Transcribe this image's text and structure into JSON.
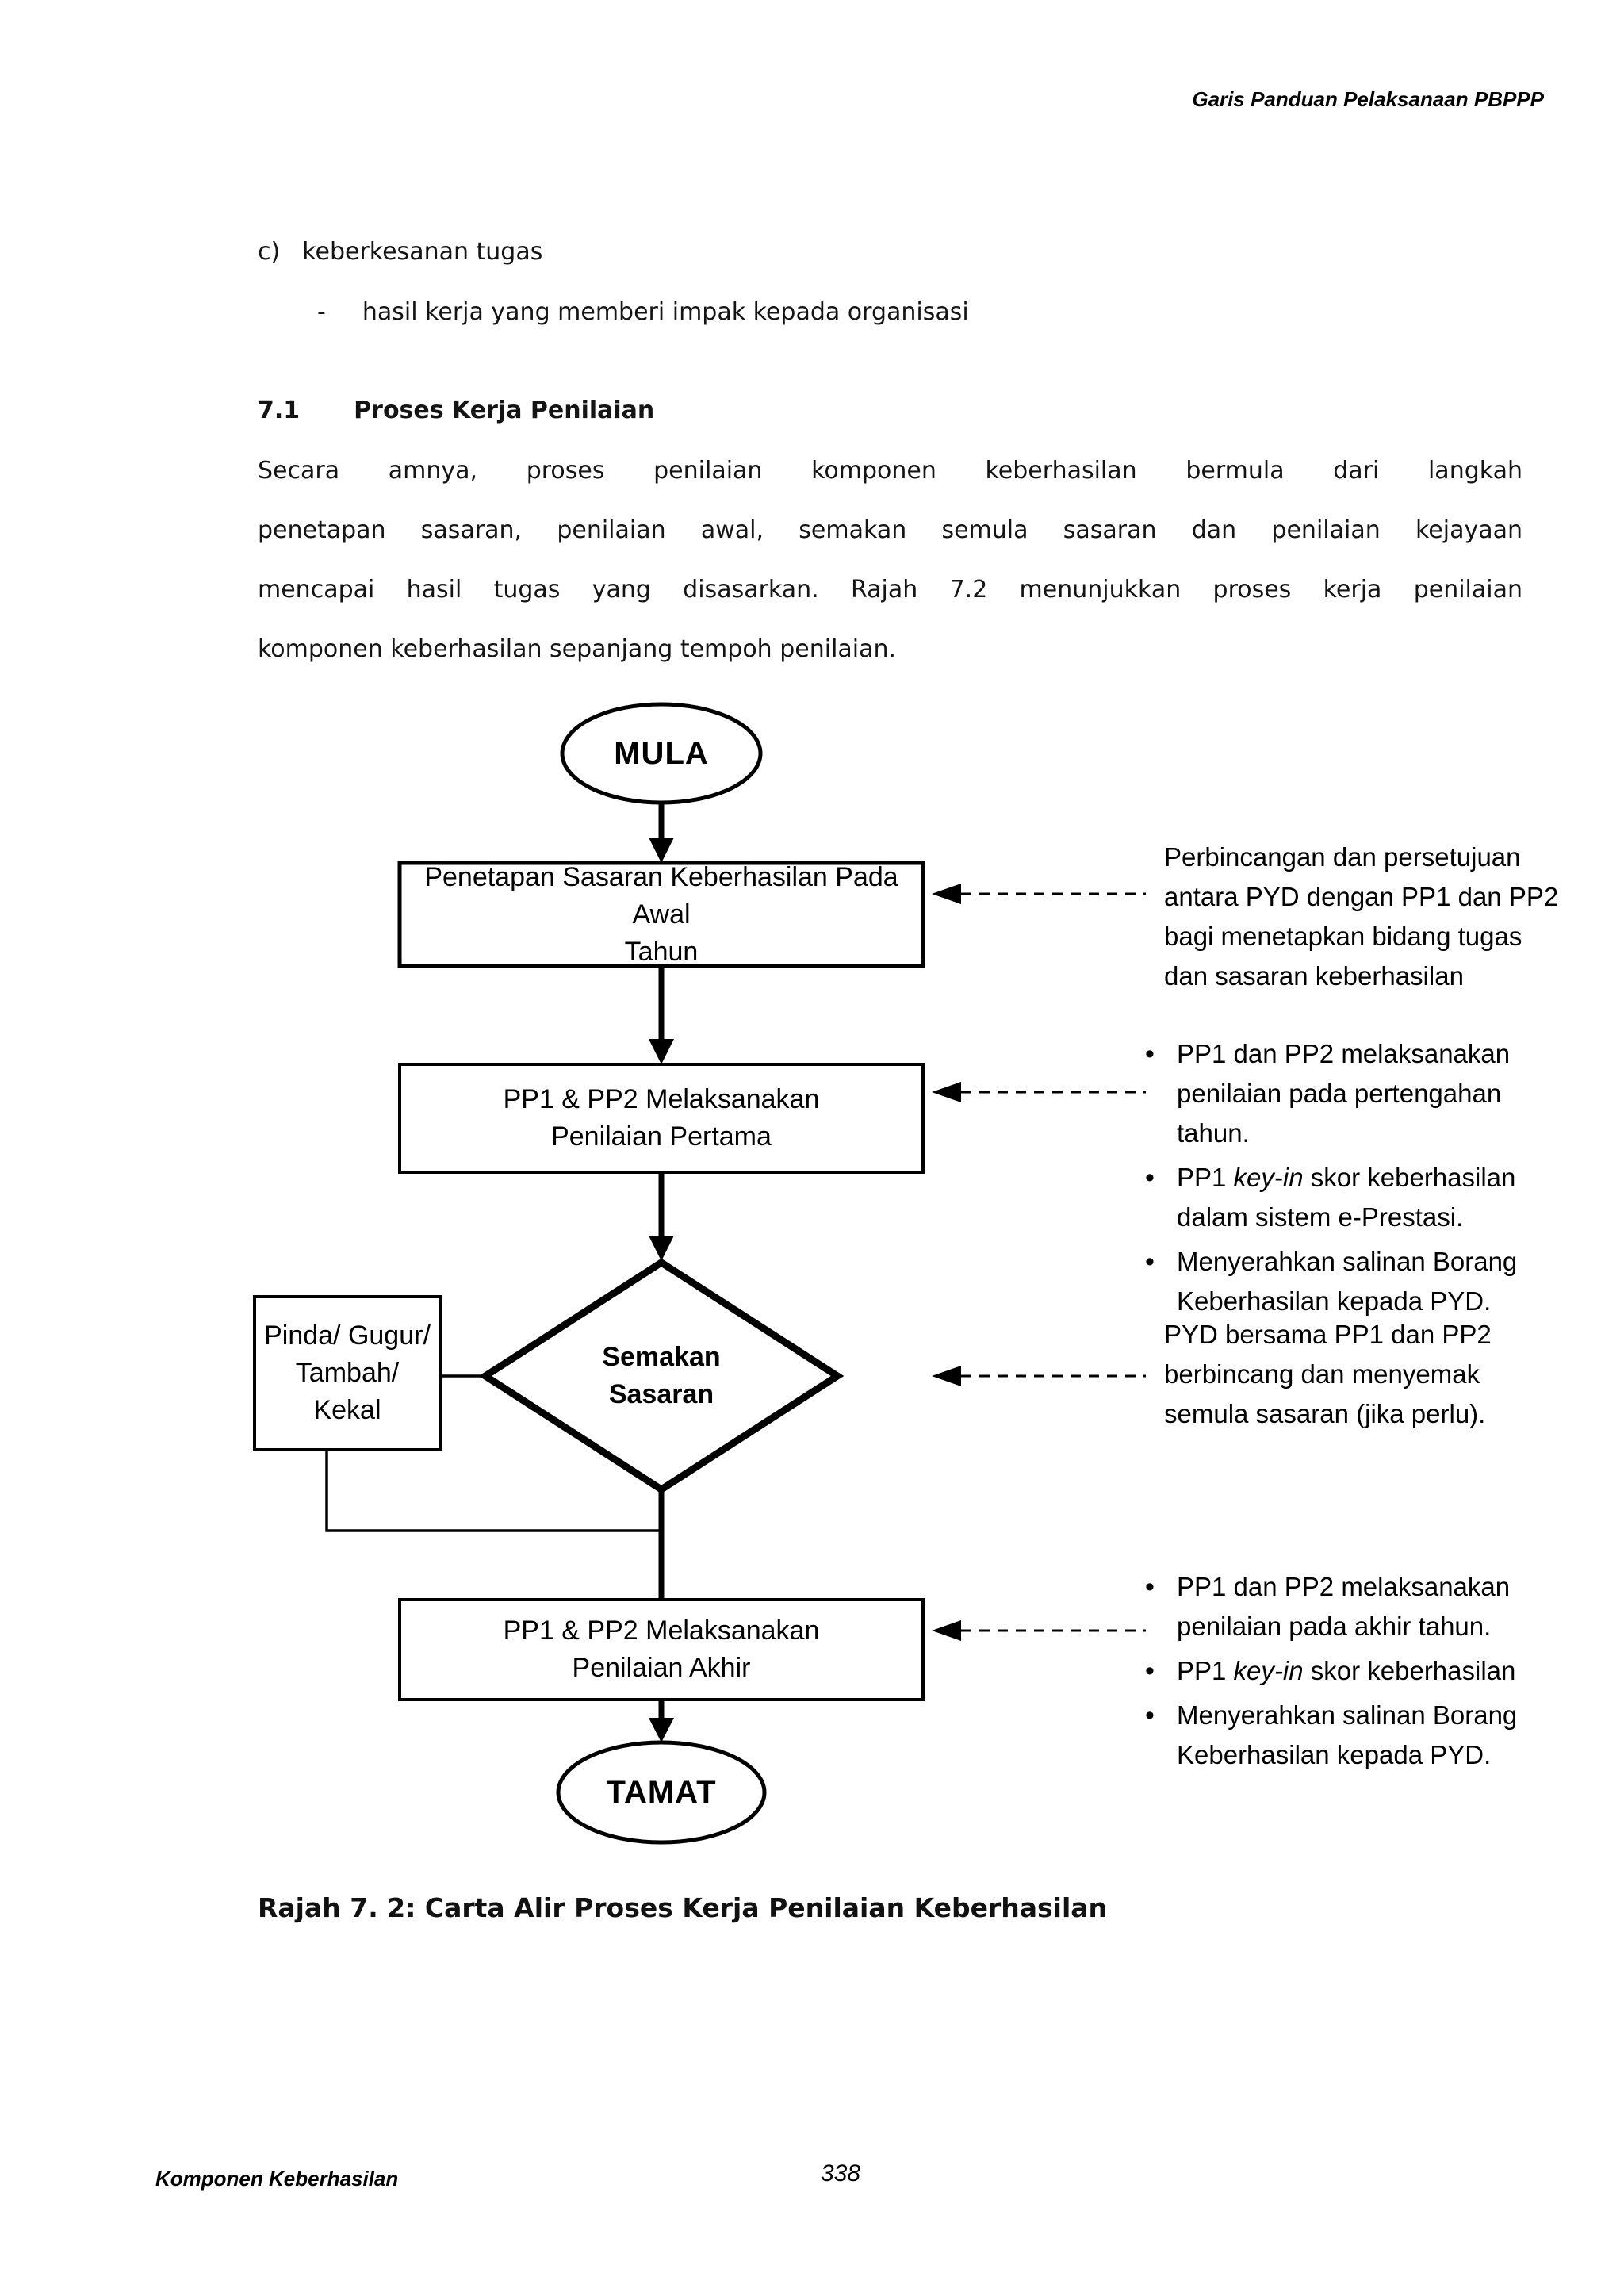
{
  "page": {
    "header": "Garis Panduan Pelaksanaan PBPPP",
    "footer_left": "Komponen Keberhasilan",
    "page_number": "338"
  },
  "body": {
    "item_c_label": "c)",
    "item_c_text": "keberkesanan tugas",
    "sub_dash": "-",
    "sub_text": "hasil kerja yang memberi impak kepada organisasi",
    "heading_number": "7.1",
    "heading_title": "Proses Kerja Penilaian",
    "paragraph_lines": [
      "Secara amnya, proses penilaian komponen keberhasilan bermula dari langkah",
      "penetapan sasaran, penilaian awal, semakan semula sasaran dan penilaian kejayaan",
      "mencapai hasil tugas yang disasarkan. Rajah 7.2 menunjukkan proses kerja penilaian",
      "komponen keberhasilan sepanjang tempoh penilaian."
    ],
    "caption": "Rajah 7. 2: Carta Alir Proses Kerja Penilaian Keberhasilan"
  },
  "flowchart": {
    "start_label": "MULA",
    "end_label": "TAMAT",
    "box1": {
      "line1": "Penetapan Sasaran Keberhasilan Pada Awal",
      "line2": "Tahun"
    },
    "box2": {
      "line1": "PP1 & PP2 Melaksanakan",
      "line2": "Penilaian Pertama"
    },
    "decision": {
      "line1": "Semakan",
      "line2": "Sasaran"
    },
    "side_box": {
      "line1": "Pinda/ Gugur/",
      "line2": "Tambah/ Kekal"
    },
    "box3": {
      "line1": "PP1 & PP2 Melaksanakan",
      "line2": "Penilaian Akhir"
    },
    "bullet_glyph": "•",
    "ann1": {
      "lines": [
        "Perbincangan dan persetujuan",
        "antara PYD dengan PP1 dan PP2",
        "bagi menetapkan bidang tugas",
        "dan sasaran keberhasilan"
      ]
    },
    "ann2": {
      "items": [
        {
          "seg0": "PP1 dan PP2 melaksanakan penilaian pada pertengahan tahun.",
          "seg1": "",
          "seg2": ""
        },
        {
          "seg0": "PP1 ",
          "seg1": "key-in",
          "seg2": " skor keberhasilan dalam sistem e-Prestasi."
        },
        {
          "seg0": "Menyerahkan salinan Borang Keberhasilan kepada PYD.",
          "seg1": "",
          "seg2": ""
        }
      ]
    },
    "ann3": {
      "lines": [
        "PYD bersama PP1 dan PP2",
        "berbincang dan menyemak",
        "semula sasaran (jika perlu)."
      ]
    },
    "ann4": {
      "items": [
        {
          "seg0": "PP1 dan PP2 melaksanakan penilaian pada akhir tahun.",
          "seg1": "",
          "seg2": ""
        },
        {
          "seg0": "PP1 ",
          "seg1": "key-in",
          "seg2": " skor keberhasilan"
        },
        {
          "seg0": "Menyerahkan salinan Borang Keberhasilan kepada PYD.",
          "seg1": "",
          "seg2": ""
        }
      ]
    }
  }
}
